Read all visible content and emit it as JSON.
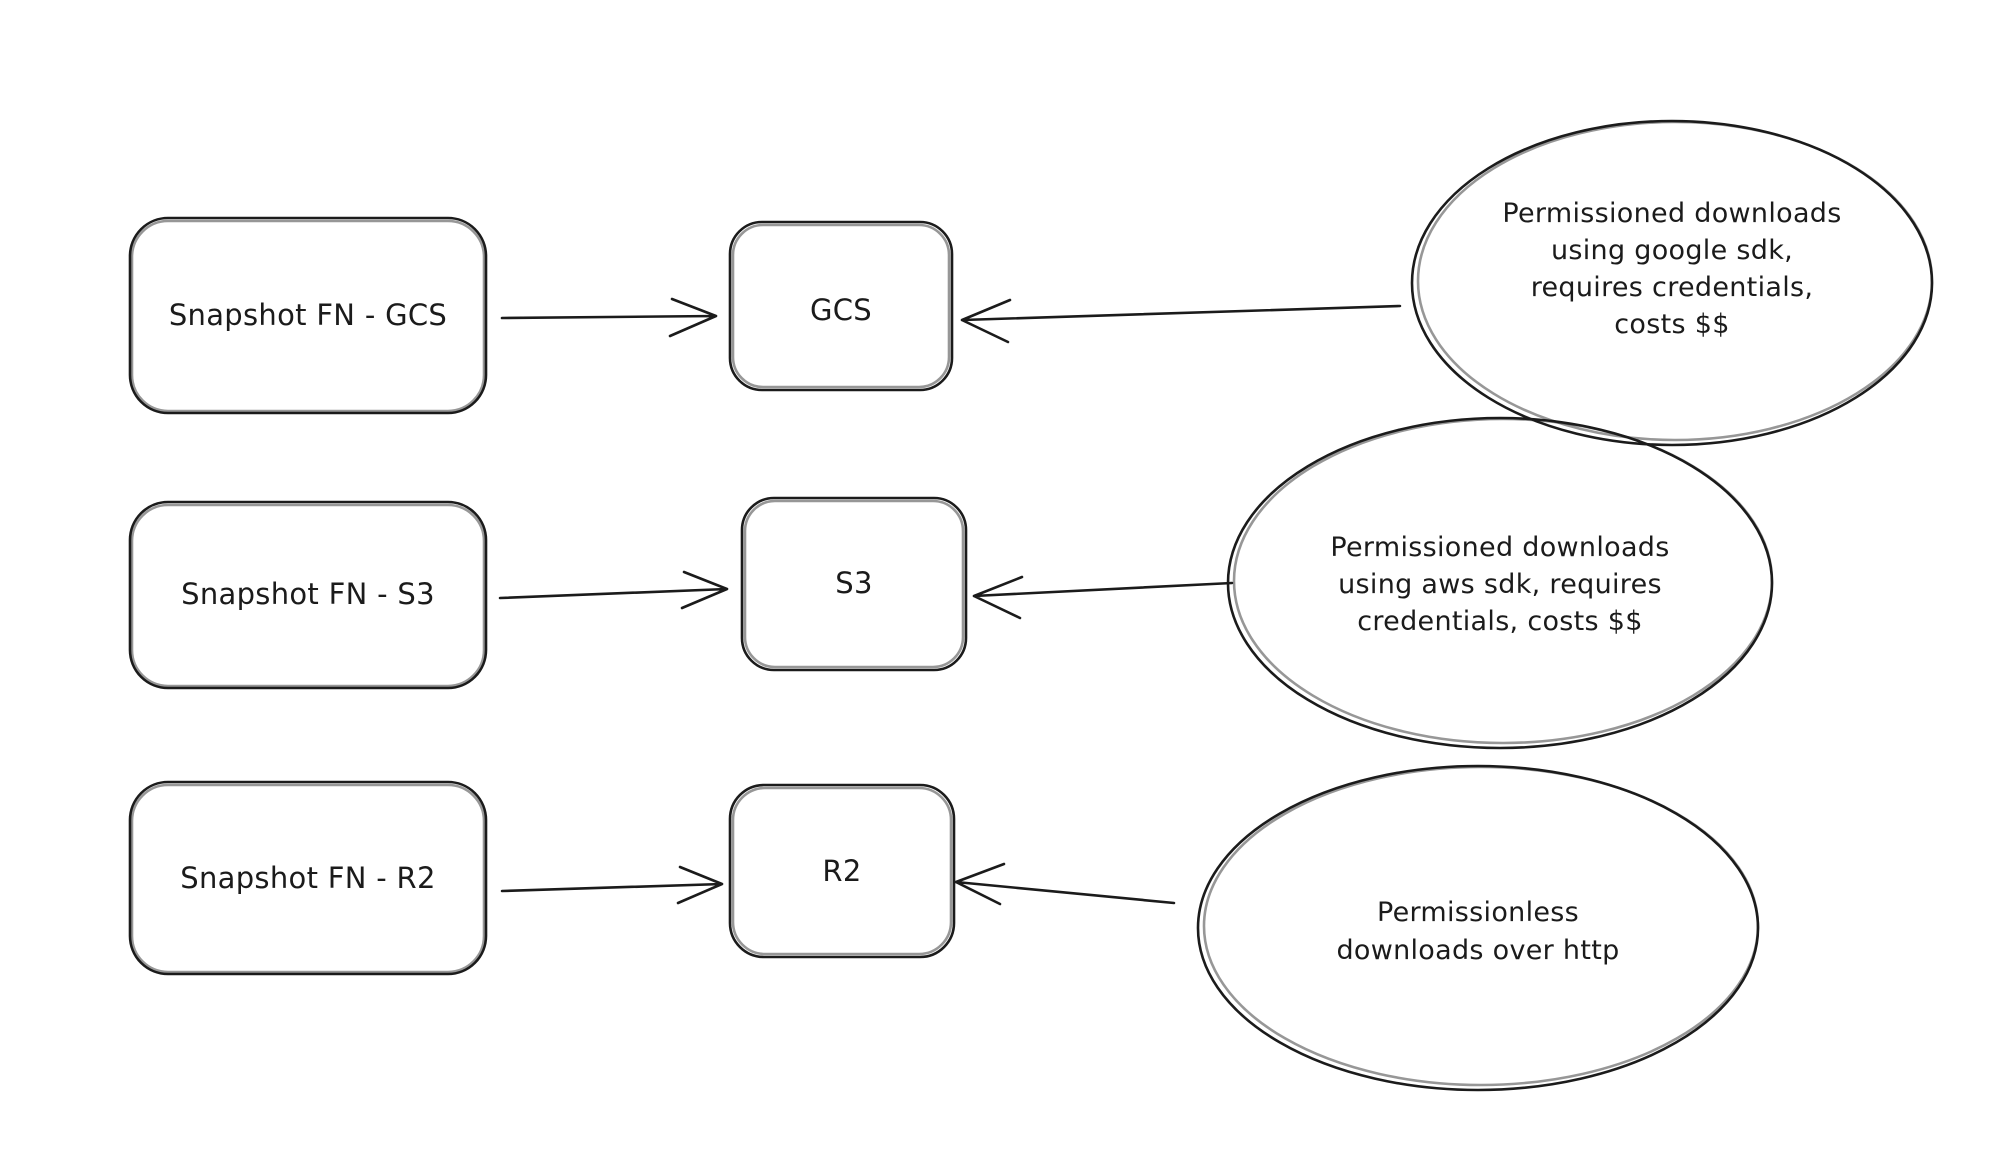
{
  "diagram": {
    "background": "#ffffff",
    "ink": "#1b1b1b",
    "rows": [
      {
        "source_label": "Snapshot FN - GCS",
        "target_label": "GCS",
        "annotation_lines": [
          "Permissioned downloads",
          "using google sdk,",
          "requires credentials,",
          "costs $$"
        ]
      },
      {
        "source_label": "Snapshot FN - S3",
        "target_label": "S3",
        "annotation_lines": [
          "Permissioned downloads",
          "using aws sdk, requires",
          "credentials, costs $$"
        ]
      },
      {
        "source_label": "Snapshot FN - R2",
        "target_label": "R2",
        "annotation_lines": [
          "Permissionless",
          "downloads over http"
        ]
      }
    ]
  }
}
